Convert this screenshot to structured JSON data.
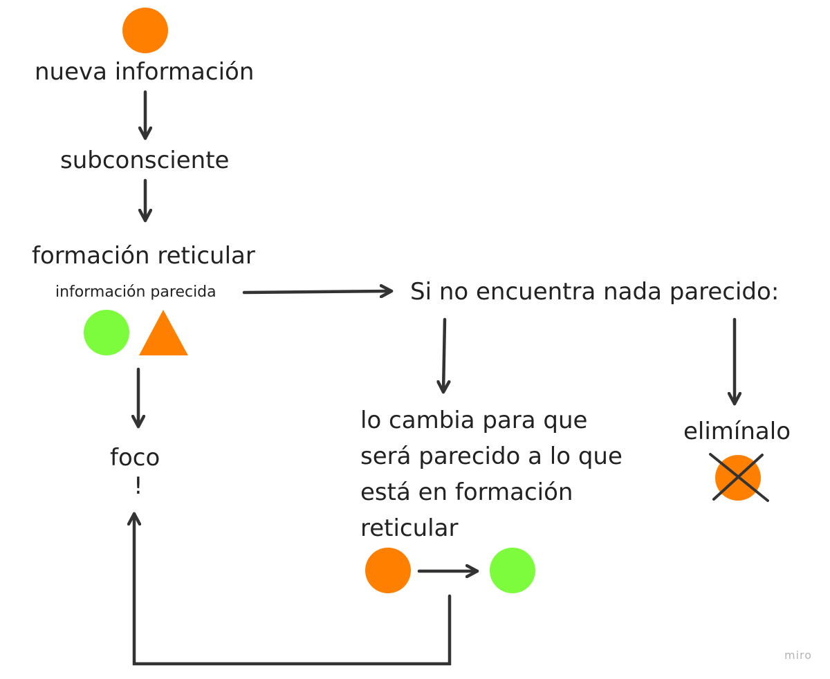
{
  "colors": {
    "orange": "#ff7f00",
    "green": "#7cfc3c",
    "arrow": "#333333",
    "text": "#222222"
  },
  "nodes": {
    "new_info": "nueva información",
    "subconscious": "subconsciente",
    "reticular": "formación reticular",
    "similar_info": "información parecida",
    "if_nothing": "Si no encuentra nada parecido:",
    "focus": "foco",
    "exclamation": "!",
    "change_lines": [
      "lo cambia para que",
      "será parecido a lo que",
      "está en formación",
      "reticular"
    ],
    "eliminate": "elimínalo"
  },
  "watermark": "miro"
}
